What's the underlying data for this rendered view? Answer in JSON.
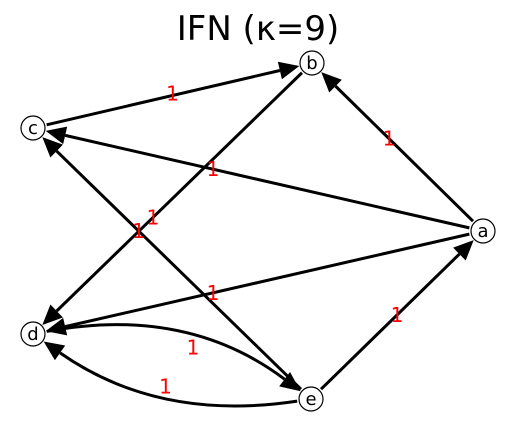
{
  "title": "IFN (κ=9)",
  "colors": {
    "edge": "#000000",
    "edge_label": "#ff0000",
    "node_fill": "#ffffff"
  },
  "nodes": [
    {
      "id": "a",
      "label": "a"
    },
    {
      "id": "b",
      "label": "b"
    },
    {
      "id": "c",
      "label": "c"
    },
    {
      "id": "d",
      "label": "d"
    },
    {
      "id": "e",
      "label": "e"
    }
  ],
  "edges": [
    {
      "from": "c",
      "to": "b",
      "label": "1"
    },
    {
      "from": "a",
      "to": "b",
      "label": "1"
    },
    {
      "from": "a",
      "to": "c",
      "label": "1"
    },
    {
      "from": "b",
      "to": "d",
      "label": "1"
    },
    {
      "from": "e",
      "to": "c",
      "label": "1"
    },
    {
      "from": "a",
      "to": "d",
      "label": "1"
    },
    {
      "from": "e",
      "to": "a",
      "label": "1"
    },
    {
      "from": "d",
      "to": "e",
      "label": "1"
    },
    {
      "from": "e",
      "to": "d",
      "label": "1"
    }
  ]
}
